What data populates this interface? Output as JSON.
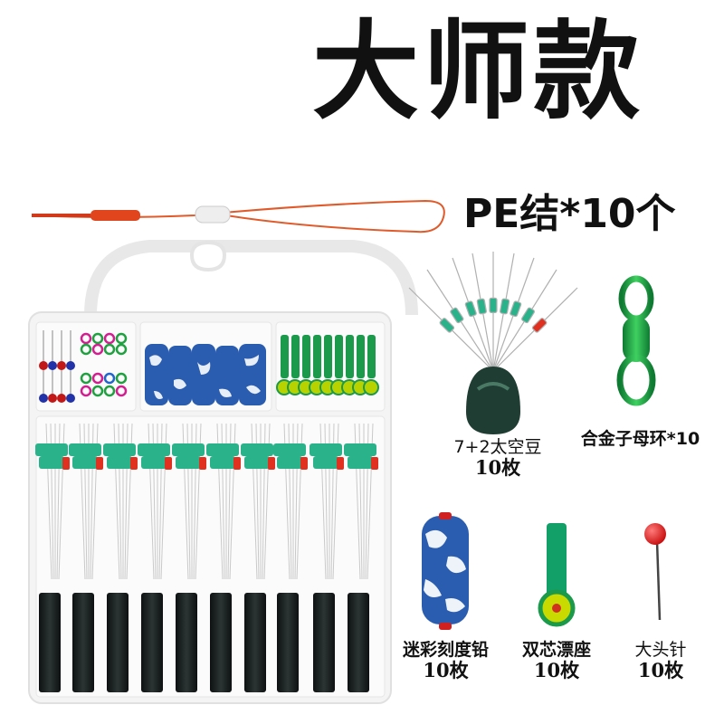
{
  "title": "大师款",
  "pe_knot_label": "PE结*10个",
  "items": [
    {
      "name": "7+2太空豆",
      "count": "10枚"
    },
    {
      "name": "合金子母环*10",
      "count": ""
    },
    {
      "name": "迷彩刻度铅",
      "count": "10枚"
    },
    {
      "name": "双芯漂座",
      "count": "10枚"
    },
    {
      "name": "大头针",
      "count": "10枚"
    }
  ],
  "colors": {
    "accent_green": "#1a9a4a",
    "teal_bead": "#2ab38a",
    "red_bead": "#e03020",
    "camo_blue": "#2a5db0",
    "line_orange": "#e05a2a",
    "black_block": "#1b1f1f"
  }
}
